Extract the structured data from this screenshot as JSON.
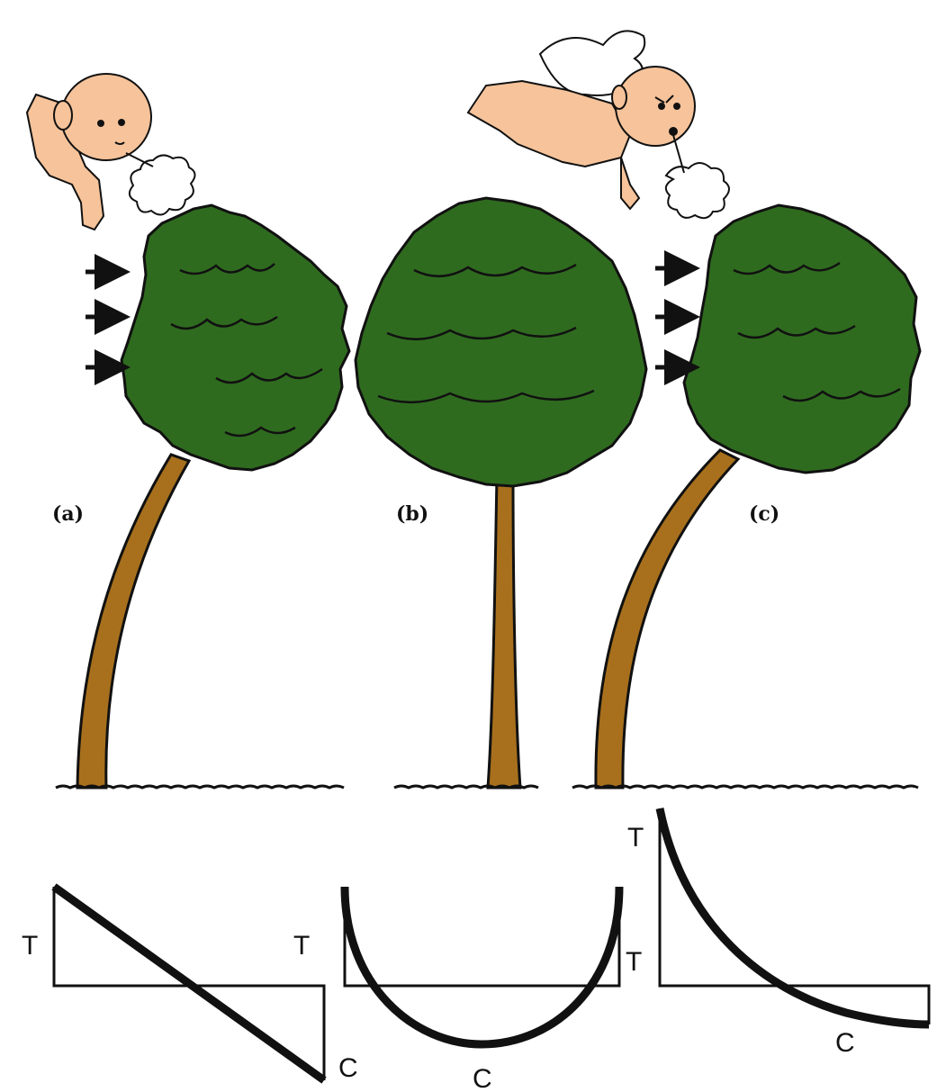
{
  "panels": [
    {
      "label": "(a)"
    },
    {
      "label": "(b)"
    },
    {
      "label": "(c)"
    }
  ],
  "diagrams": [
    {
      "left_label": "T",
      "right_label": "T",
      "bottom_label": "C"
    },
    {
      "right_label": "T",
      "bottom_label": "C"
    },
    {
      "top_label": "T",
      "bottom_label": "C"
    }
  ],
  "colors": {
    "foliage": "#2f6b1f",
    "trunk": "#a8701d",
    "skin": "#f6c39a",
    "ink": "#111111"
  }
}
